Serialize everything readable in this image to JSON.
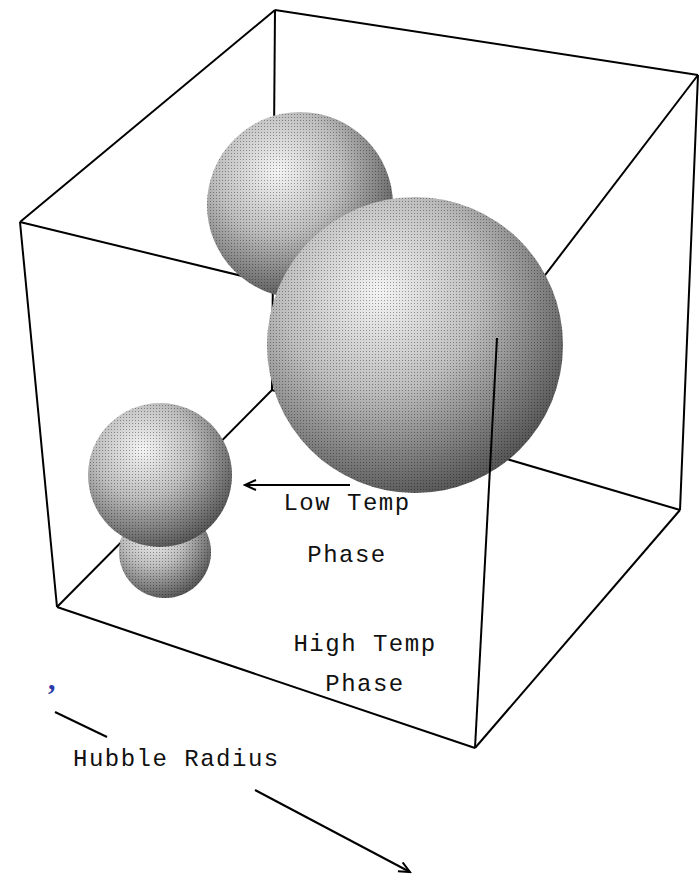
{
  "diagram": {
    "labels": [
      "Low Temp Phase",
      "High Temp Phase",
      "Hubble Radius",
      ","
    ]
  }
}
